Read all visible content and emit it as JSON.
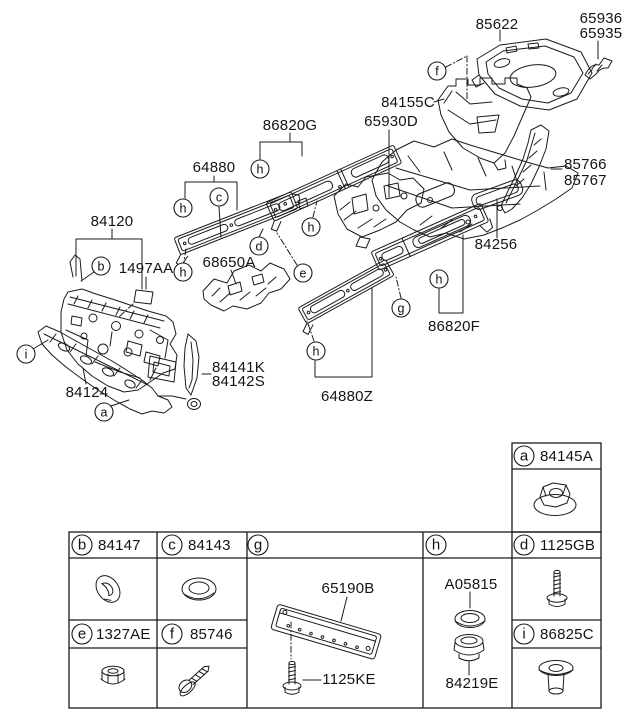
{
  "colors": {
    "ink": "#1b1b1b",
    "background": "#ffffff"
  },
  "diagram": {
    "part_labels": {
      "p85622": "85622",
      "p65936": "65936",
      "p65935": "65935",
      "p84155C": "84155C",
      "p65930D": "65930D",
      "p85766": "85766",
      "p85767": "85767",
      "p86820G": "86820G",
      "p64880": "64880",
      "p84120": "84120",
      "p1497AA": "1497AA",
      "p68650A": "68650A",
      "p84141K": "84141K",
      "p84142S": "84142S",
      "p84124": "84124",
      "p84256": "84256",
      "p86820F": "86820F",
      "p64880Z": "64880Z"
    },
    "callouts": {
      "a": "a",
      "b": "b",
      "c": "c",
      "d": "d",
      "e": "e",
      "f": "f",
      "g": "g",
      "h": "h",
      "i": "i"
    }
  },
  "table": {
    "cells": {
      "a": {
        "letter": "a",
        "part": "84145A",
        "icon": "flange-nut-icon"
      },
      "b": {
        "letter": "b",
        "part": "84147",
        "icon": "oval-plug-icon"
      },
      "c": {
        "letter": "c",
        "part": "84143",
        "icon": "grommet-icon"
      },
      "d": {
        "letter": "d",
        "part": "1125GB",
        "icon": "bolt-icon"
      },
      "e": {
        "letter": "e",
        "part": "1327AE",
        "icon": "flange-nut-icon"
      },
      "f": {
        "letter": "f",
        "part": "85746",
        "icon": "screw-icon"
      },
      "g": {
        "letter": "g",
        "items": {
          "panel": "65190B",
          "bolt": "1125KE"
        }
      },
      "h": {
        "letter": "h",
        "items": {
          "washer": "A05815",
          "plug": "84219E"
        }
      },
      "i": {
        "letter": "i",
        "part": "86825C",
        "icon": "push-plug-icon"
      }
    }
  }
}
